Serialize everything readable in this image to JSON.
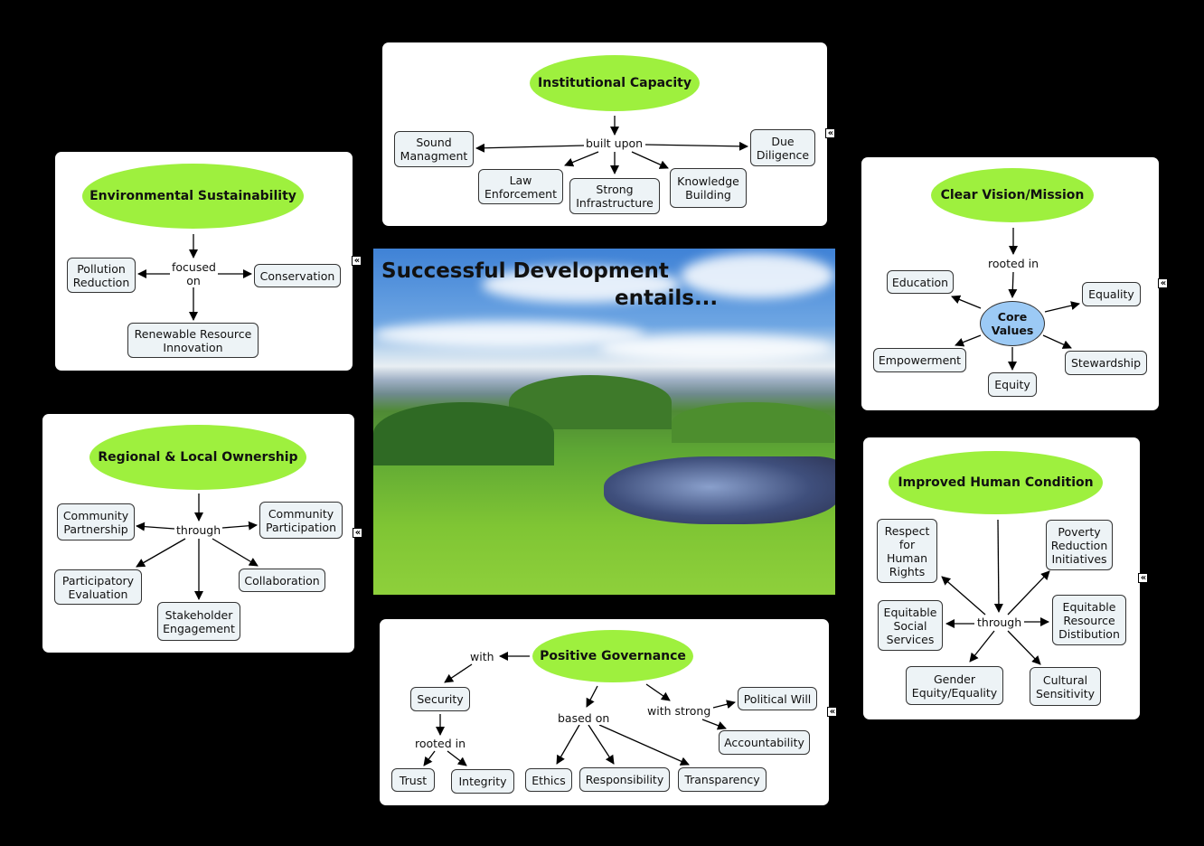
{
  "center": {
    "title_line1": "Successful Development",
    "title_line2": "entails..."
  },
  "colors": {
    "concept_green": "#9ef03e",
    "core_blue": "#9ccaf5",
    "box_fill": "#edf3f6",
    "background": "#000000"
  },
  "collapse_icon": "«",
  "institutional": {
    "title": "Institutional Capacity",
    "link": "built upon",
    "nodes": [
      "Sound Managment",
      "Law Enforcement",
      "Strong Infrastructure",
      "Knowledge Building",
      "Due Diligence"
    ]
  },
  "environmental": {
    "title": "Environmental Sustainability",
    "link": "focused on",
    "nodes": [
      "Pollution Reduction",
      "Conservation",
      "Renewable Resource Innovation"
    ]
  },
  "vision": {
    "title": "Clear Vision/Mission",
    "link": "rooted in",
    "core": "Core Values",
    "nodes": [
      "Education",
      "Equality",
      "Empowerment",
      "Equity",
      "Stewardship"
    ]
  },
  "regional": {
    "title": "Regional & Local Ownership",
    "link": "through",
    "nodes": [
      "Community Partnership",
      "Community Participation",
      "Participatory Evaluation",
      "Collaboration",
      "Stakeholder Engagement"
    ]
  },
  "human": {
    "title": "Improved Human Condition",
    "link": "through",
    "nodes": [
      "Respect for Human Rights",
      "Poverty Reduction Initiatives",
      "Equitable Social Services",
      "Equitable Resource Distibution",
      "Gender Equity/Equality",
      "Cultural Sensitivity"
    ]
  },
  "governance": {
    "title": "Positive Governance",
    "links": {
      "with": "with",
      "rooted_in": "rooted in",
      "based_on": "based on",
      "with_strong": "with strong"
    },
    "security": "Security",
    "rooted_nodes": [
      "Trust",
      "Integrity"
    ],
    "based_nodes": [
      "Ethics",
      "Responsibility",
      "Transparency"
    ],
    "strong_nodes": [
      "Political Will",
      "Accountability"
    ]
  }
}
